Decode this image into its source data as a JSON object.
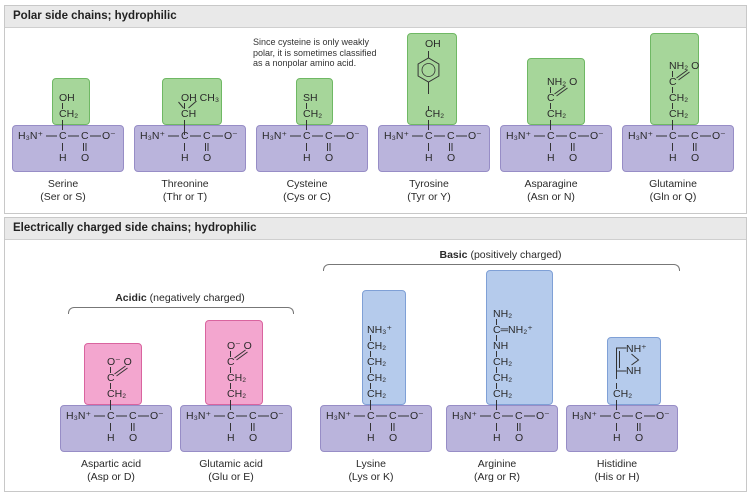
{
  "panels": [
    {
      "title": "Polar side chains; hydrophilic"
    },
    {
      "title": "Electrically charged side chains; hydrophilic"
    }
  ],
  "cysteine_note": [
    "Since cysteine is only weakly",
    "polar, it is sometimes classified",
    "as a nonpolar amino acid."
  ],
  "groups": {
    "acidic": {
      "bold": "Acidic",
      "rest": "(negatively charged)"
    },
    "basic": {
      "bold": "Basic",
      "rest": "(positively charged)"
    }
  },
  "backbone": {
    "amine": "H₃N⁺",
    "alpha_c": "C",
    "carboxyl_c": "C",
    "oxygen_minus": "O⁻",
    "hydrogen": "H",
    "oxygen": "O"
  },
  "colors": {
    "backbone": "#bab4dc",
    "polar": "#a6d69a",
    "acidic": "#f3a6cf",
    "basic": "#b5cbec"
  },
  "amino_acids": [
    {
      "id": "serine",
      "name": "Serine",
      "code": "(Ser or S)",
      "color": "green",
      "side": [
        "OH",
        "CH₂"
      ]
    },
    {
      "id": "threonine",
      "name": "Threonine",
      "code": "(Thr or T)",
      "color": "green",
      "side": [
        "OH   CH₃",
        "CH"
      ]
    },
    {
      "id": "cysteine",
      "name": "Cysteine",
      "code": "(Cys or C)",
      "color": "green",
      "side": [
        "SH",
        "CH₂"
      ]
    },
    {
      "id": "tyrosine",
      "name": "Tyrosine",
      "code": "(Tyr or Y)",
      "color": "green",
      "side": [
        "OH",
        "CH₂"
      ]
    },
    {
      "id": "asparagine",
      "name": "Asparagine",
      "code": "(Asn or N)",
      "color": "green",
      "side": [
        "NH₂  O",
        "C",
        "CH₂"
      ]
    },
    {
      "id": "glutamine",
      "name": "Glutamine",
      "code": "(Gln or Q)",
      "color": "green",
      "side": [
        "NH₂  O",
        "C",
        "CH₂",
        "CH₂"
      ]
    },
    {
      "id": "aspartic-acid",
      "name": "Aspartic acid",
      "code": "(Asp or D)",
      "color": "pink",
      "side": [
        "O⁻   O",
        "C",
        "CH₂"
      ]
    },
    {
      "id": "glutamic-acid",
      "name": "Glutamic acid",
      "code": "(Glu or E)",
      "color": "pink",
      "side": [
        "O⁻   O",
        "C",
        "CH₂",
        "CH₂"
      ]
    },
    {
      "id": "lysine",
      "name": "Lysine",
      "code": "(Lys or K)",
      "color": "blue",
      "side": [
        "NH₃⁺",
        "CH₂",
        "CH₂",
        "CH₂",
        "CH₂"
      ]
    },
    {
      "id": "arginine",
      "name": "Arginine",
      "code": "(Arg or R)",
      "color": "blue",
      "side": [
        "NH₂",
        "C═NH₂⁺",
        "NH",
        "CH₂",
        "CH₂",
        "CH₂"
      ]
    },
    {
      "id": "histidine",
      "name": "Histidine",
      "code": "(His or H)",
      "color": "blue",
      "side": [
        "NH⁺",
        "NH",
        "CH₂"
      ]
    }
  ]
}
